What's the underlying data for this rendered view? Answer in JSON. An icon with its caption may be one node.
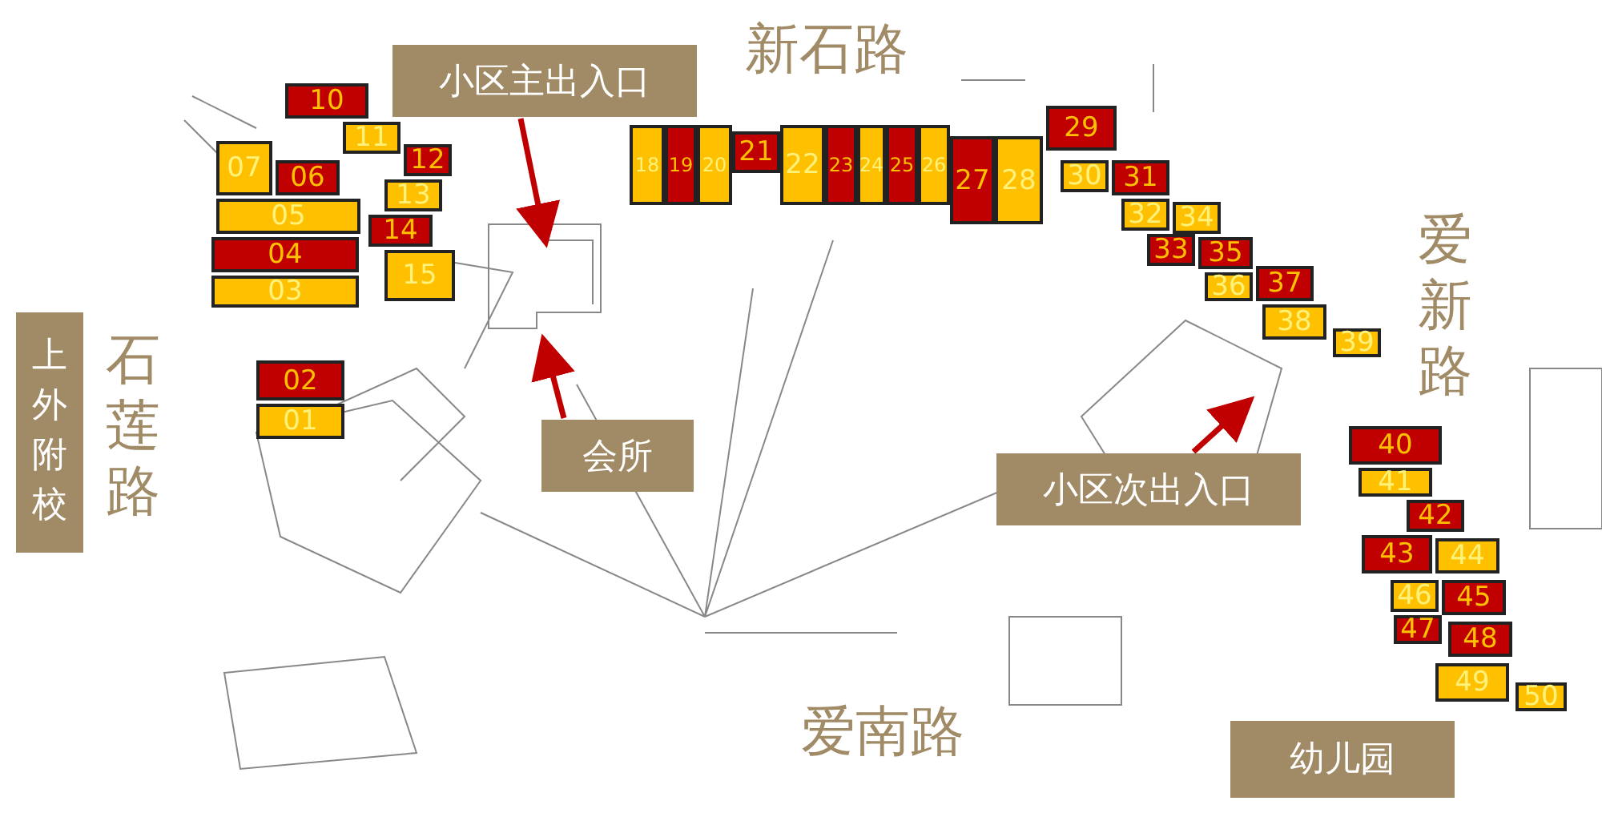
{
  "diagram": {
    "nodes": [
      {
        "text": [
          "上外附校"
        ]
      },
      {
        "text": [
          "小区主出入口"
        ]
      },
      {
        "text": [
          "会所"
        ]
      },
      {
        "text": [
          "小区次出入口"
        ]
      },
      {
        "text": [
          "幼儿园"
        ]
      },
      {
        "text": [
          "01"
        ]
      },
      {
        "text": [
          "02"
        ]
      },
      {
        "text": [
          "03"
        ]
      },
      {
        "text": [
          "04"
        ]
      },
      {
        "text": [
          "05"
        ]
      },
      {
        "text": [
          "06"
        ]
      },
      {
        "text": [
          "07"
        ]
      },
      {
        "text": [
          "10"
        ]
      },
      {
        "text": [
          "11"
        ]
      },
      {
        "text": [
          "12"
        ]
      },
      {
        "text": [
          "13"
        ]
      },
      {
        "text": [
          "14"
        ]
      },
      {
        "text": [
          "15"
        ]
      },
      {
        "text": [
          "18"
        ]
      },
      {
        "text": [
          "19"
        ]
      },
      {
        "text": [
          "20"
        ]
      },
      {
        "text": [
          "21"
        ]
      },
      {
        "text": [
          "22"
        ]
      },
      {
        "text": [
          "23"
        ]
      },
      {
        "text": [
          "24"
        ]
      },
      {
        "text": [
          "25"
        ]
      },
      {
        "text": [
          "26"
        ]
      },
      {
        "text": [
          "27"
        ]
      },
      {
        "text": [
          "28"
        ]
      },
      {
        "text": [
          "29"
        ]
      },
      {
        "text": [
          "30"
        ]
      },
      {
        "text": [
          "31"
        ]
      },
      {
        "text": [
          "32"
        ]
      },
      {
        "text": [
          "33"
        ]
      },
      {
        "text": [
          "34"
        ]
      },
      {
        "text": [
          "35"
        ]
      },
      {
        "text": [
          "36"
        ]
      },
      {
        "text": [
          "37"
        ]
      },
      {
        "text": [
          "38"
        ]
      },
      {
        "text": [
          "39"
        ]
      },
      {
        "text": [
          "40"
        ]
      },
      {
        "text": [
          "41"
        ]
      },
      {
        "text": [
          "42"
        ]
      },
      {
        "text": [
          "43"
        ]
      },
      {
        "text": [
          "44"
        ]
      },
      {
        "text": [
          "45"
        ]
      },
      {
        "text": [
          "46"
        ]
      },
      {
        "text": [
          "47"
        ]
      },
      {
        "text": [
          "48"
        ]
      },
      {
        "text": [
          "49"
        ]
      },
      {
        "text": [
          "50"
        ]
      }
    ],
    "edges": [
      {
        "from": 1,
        "to": null,
        "arrow": "to"
      },
      {
        "from": 2,
        "to": null,
        "arrow": "to"
      },
      {
        "from": 3,
        "to": null,
        "arrow": "to"
      }
    ],
    "labels": [
      "新石路",
      "爱新路",
      "石莲路",
      "爱南路"
    ]
  }
}
